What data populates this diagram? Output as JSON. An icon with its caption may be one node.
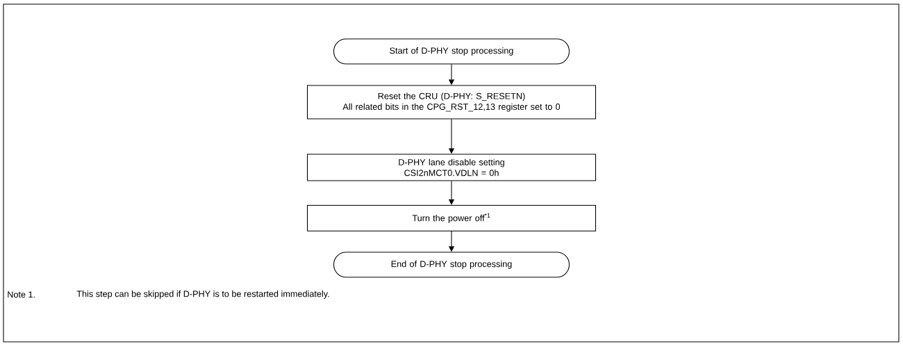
{
  "diagram": {
    "nodes": [
      {
        "text": [
          "Start of D-PHY stop processing"
        ]
      },
      {
        "text": [
          "Reset the CRU (D-PHY: S_RESETN)",
          "All related bits in the CPG_RST_12,13 register set to 0"
        ]
      },
      {
        "text": [
          "D-PHY lane disable setting",
          "CSI2nMCT0.VDLN = 0h"
        ]
      },
      {
        "text": [
          "Turn the power off$^{*1}$"
        ]
      },
      {
        "text": [
          "End of D-PHY stop processing"
        ]
      }
    ],
    "edges": [
      {
        "from": 0,
        "to": 1,
        "arrow": "to"
      },
      {
        "from": 1,
        "to": 2,
        "arrow": "to"
      },
      {
        "from": 2,
        "to": 3,
        "arrow": "to"
      },
      {
        "from": 3,
        "to": 4,
        "arrow": "to"
      }
    ],
    "labels": [
      "Note 1.",
      "This step can be skipped if D-PHY is to be restarted immediately."
    ]
  }
}
